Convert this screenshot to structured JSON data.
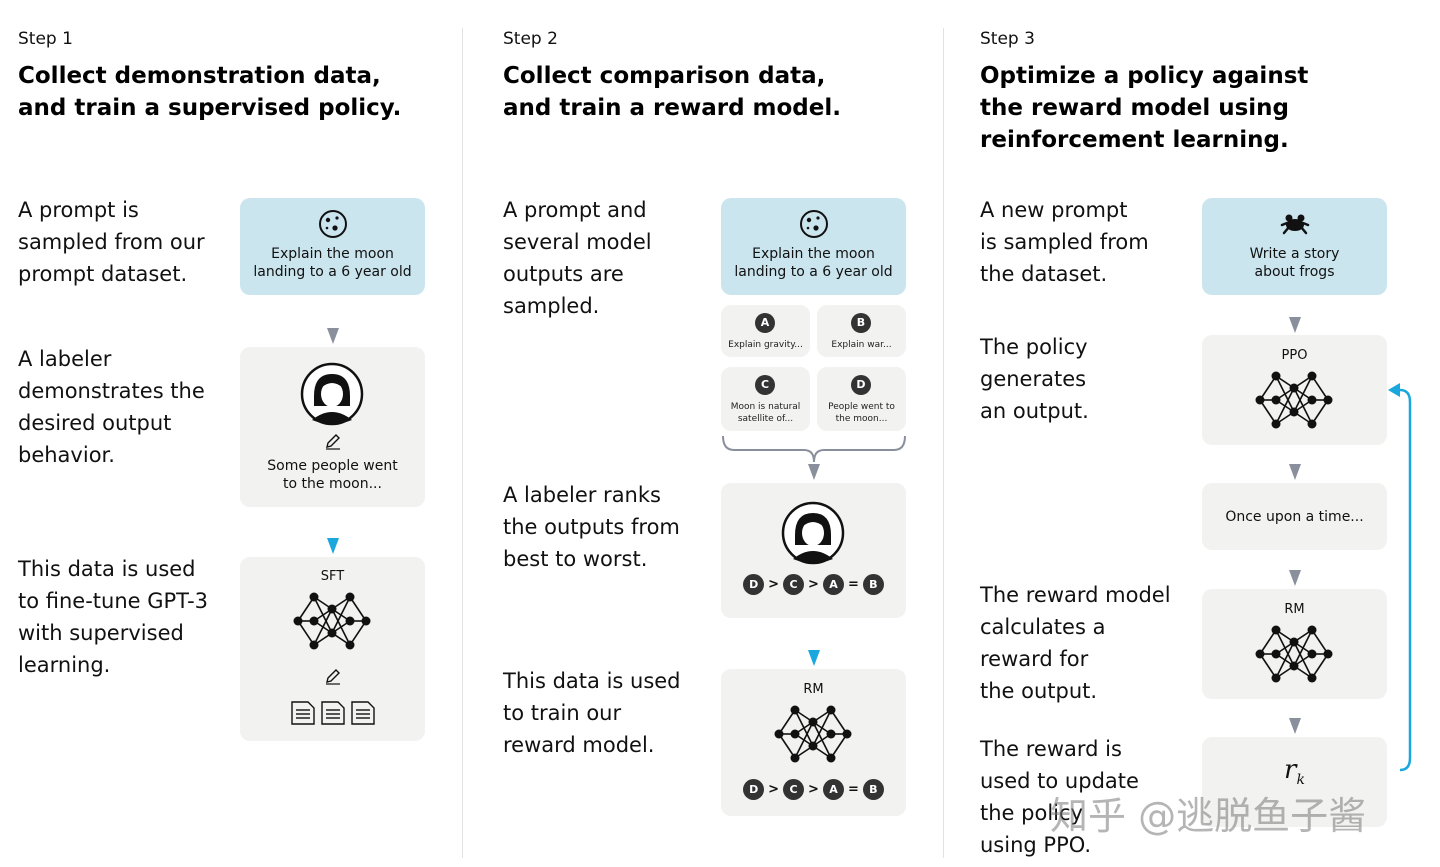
{
  "steps": [
    {
      "label": "Step 1",
      "title_lines": [
        "Collect demonstration data,",
        "and train a supervised policy."
      ],
      "descriptions": [
        [
          "A prompt is",
          "sampled from our",
          "prompt dataset."
        ],
        [
          "A labeler",
          "demonstrates the",
          "desired output",
          "behavior."
        ],
        [
          "This data is used",
          "to fine-tune GPT-3",
          "with supervised",
          "learning."
        ]
      ],
      "prompt_box": [
        "Explain the moon",
        "landing to a 6 year old"
      ],
      "labeler_box": [
        "Some people went",
        "to the moon..."
      ],
      "model_label": "SFT"
    },
    {
      "label": "Step 2",
      "title_lines": [
        "Collect comparison data,",
        "and train a reward model."
      ],
      "descriptions": [
        [
          "A prompt and",
          "several model",
          "outputs are",
          "sampled."
        ],
        [
          "A labeler ranks",
          "the outputs from",
          "best to worst."
        ],
        [
          "This data is used",
          "to train our",
          "reward model."
        ]
      ],
      "prompt_box": [
        "Explain the moon",
        "landing to a 6 year old"
      ],
      "outputs": [
        {
          "letter": "A",
          "text": [
            "Explain gravity..."
          ]
        },
        {
          "letter": "B",
          "text": [
            "Explain war..."
          ]
        },
        {
          "letter": "C",
          "text": [
            "Moon is natural",
            "satellite of..."
          ]
        },
        {
          "letter": "D",
          "text": [
            "People went to",
            "the moon..."
          ]
        }
      ],
      "ranking": [
        "D",
        ">",
        "C",
        ">",
        "A",
        "=",
        "B"
      ],
      "model_label": "RM"
    },
    {
      "label": "Step 3",
      "title_lines": [
        "Optimize a policy against",
        "the reward model using",
        "reinforcement learning."
      ],
      "descriptions": [
        [
          "A new prompt",
          "is sampled from",
          "the dataset."
        ],
        [
          "The policy",
          "generates",
          "an output."
        ],
        [
          "The reward model",
          "calculates a",
          "reward for",
          "the output."
        ],
        [
          "The reward is",
          "used to update",
          "the policy",
          "using PPO."
        ]
      ],
      "prompt_box": [
        "Write a story",
        "about frogs"
      ],
      "policy_label": "PPO",
      "output_text": "Once upon a time...",
      "rm_label": "RM",
      "reward_symbol": "r",
      "reward_sub": "k"
    }
  ],
  "watermark": "知乎 @逃脱鱼子酱",
  "colors": {
    "prompt_bg": "#cbe5ef",
    "card_bg": "#f2f2f0",
    "arrow_gray": "#8a8f9c",
    "arrow_blue": "#19a7dd"
  }
}
